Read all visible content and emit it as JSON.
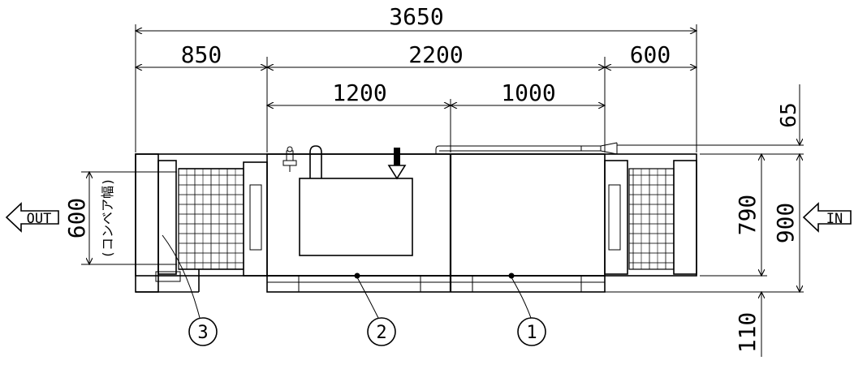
{
  "dimensions": {
    "total": "3650",
    "left_section": "850",
    "middle_section": "2200",
    "right_section": "600",
    "sub_left": "1200",
    "sub_right": "1000",
    "top_offset": "65",
    "conveyor_width": "600",
    "conveyor_width_note": "(コンベア幅)",
    "inner_height": "790",
    "outer_height": "900",
    "bottom_offset": "110"
  },
  "flow": {
    "out_label": "OUT",
    "in_label": "IN"
  },
  "callouts": {
    "c1": "1",
    "c2": "2",
    "c3": "3"
  }
}
